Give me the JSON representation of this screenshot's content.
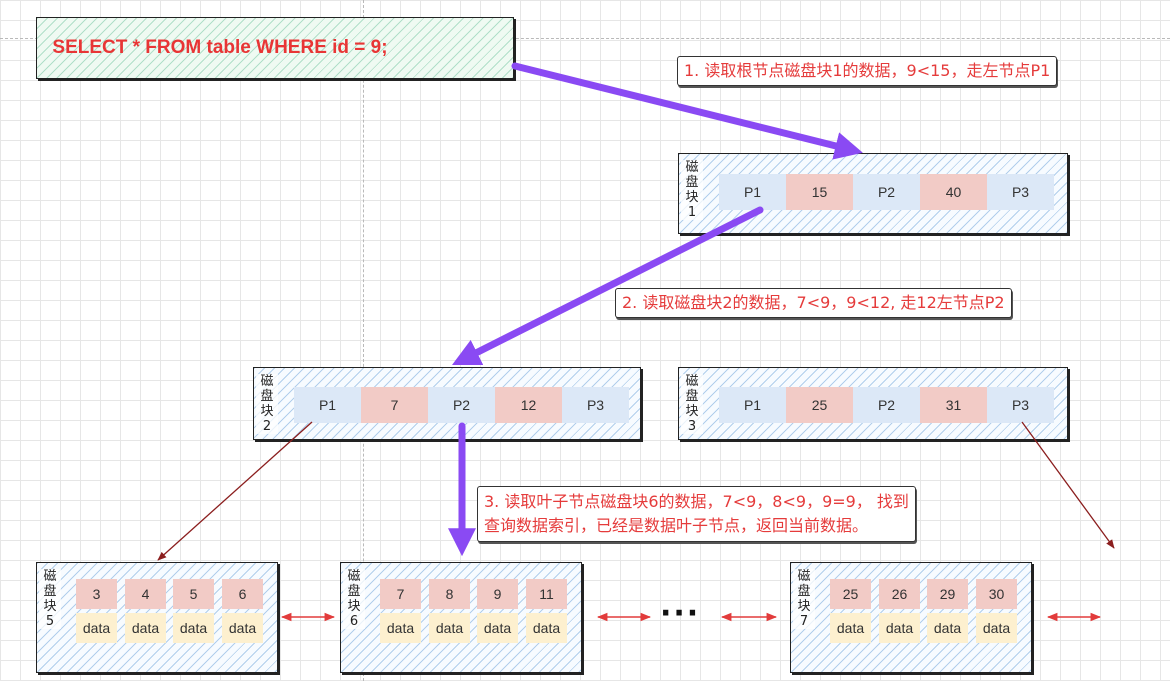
{
  "query": "SELECT *  FROM table WHERE id = 9;",
  "notes": {
    "step1": "1. 读取根节点磁盘块1的数据，9<15，走左节点P1",
    "step2": "2. 读取磁盘块2的数据，7<9，9<12, 走12左节点P2",
    "step3_line1": "3. 读取叶子节点磁盘块6的数据，7<9，8<9，9=9， 找到",
    "step3_line2": "查询数据索引，已经是数据叶子节点，返回当前数据。"
  },
  "internal_blocks": [
    {
      "label": [
        "磁",
        "盘",
        "块",
        "1"
      ],
      "cells": [
        "P1",
        "15",
        "P2",
        "40",
        "P3"
      ]
    },
    {
      "label": [
        "磁",
        "盘",
        "块",
        "2"
      ],
      "cells": [
        "P1",
        "7",
        "P2",
        "12",
        "P3"
      ]
    },
    {
      "label": [
        "磁",
        "盘",
        "块",
        "3"
      ],
      "cells": [
        "P1",
        "25",
        "P2",
        "31",
        "P3"
      ]
    }
  ],
  "leaf_blocks": [
    {
      "label": [
        "磁",
        "盘",
        "块",
        "5"
      ],
      "keys": [
        "3",
        "4",
        "5",
        "6"
      ],
      "data": [
        "data",
        "data",
        "data",
        "data"
      ]
    },
    {
      "label": [
        "磁",
        "盘",
        "块",
        "6"
      ],
      "keys": [
        "7",
        "8",
        "9",
        "11"
      ],
      "data": [
        "data",
        "data",
        "data",
        "data"
      ]
    },
    {
      "label": [
        "磁",
        "盘",
        "块",
        "7"
      ],
      "keys": [
        "25",
        "26",
        "29",
        "30"
      ],
      "data": [
        "data",
        "data",
        "data",
        "data"
      ]
    }
  ],
  "ellipsis": "···",
  "colors": {
    "pointer_cell": "#dce8f7",
    "key_cell": "#f2cbc6",
    "data_cell": "#fdf0cf",
    "path_arrow": "#8a4af3",
    "link_arrow": "#e23b3b",
    "child_arrow": "#8b1e1e",
    "note_text": "#e53b3b"
  }
}
